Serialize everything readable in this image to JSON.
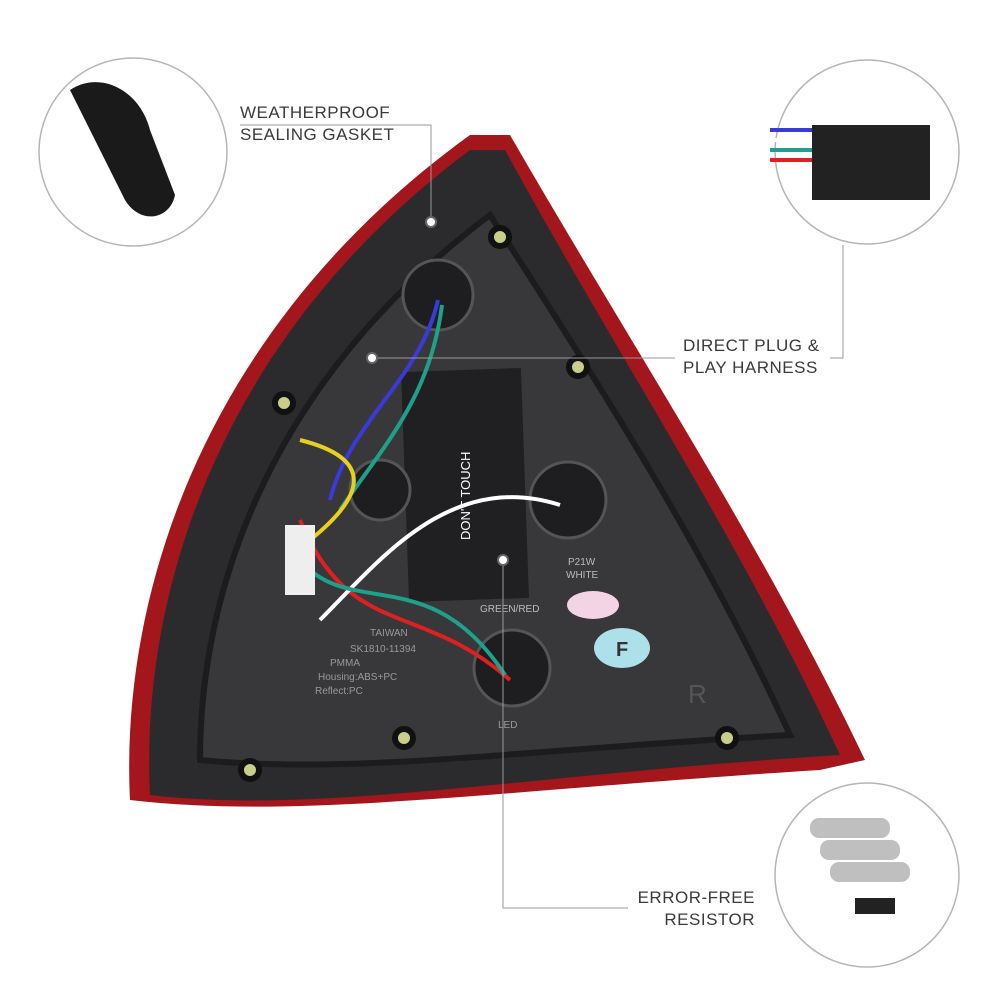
{
  "callouts": {
    "gasket": {
      "line1": "WEATHERPROOF",
      "line2": "SEALING GASKET"
    },
    "harness": {
      "line1": "DIRECT PLUG &",
      "line2": "PLAY HARNESS"
    },
    "resistor": {
      "line1": "ERROR-FREE",
      "line2": "RESISTOR"
    }
  },
  "product_markings": {
    "warning": "DON'T TOUCH",
    "bulb1": "P21W",
    "bulb1_color": "WHITE",
    "wire_note": "GREEN/RED",
    "sticker_f": "F",
    "side": "R",
    "origin": "TAIWAN",
    "part": "SK1810-11394",
    "lens": "PMMA",
    "housing": "Housing:ABS+PC",
    "reflect": "Reflect:PC",
    "led": "LED"
  },
  "colors": {
    "housing": "#2b2b2d",
    "lens_red": "#a3161c",
    "line": "#9a9a9a",
    "circle": "#b5b5b5"
  }
}
